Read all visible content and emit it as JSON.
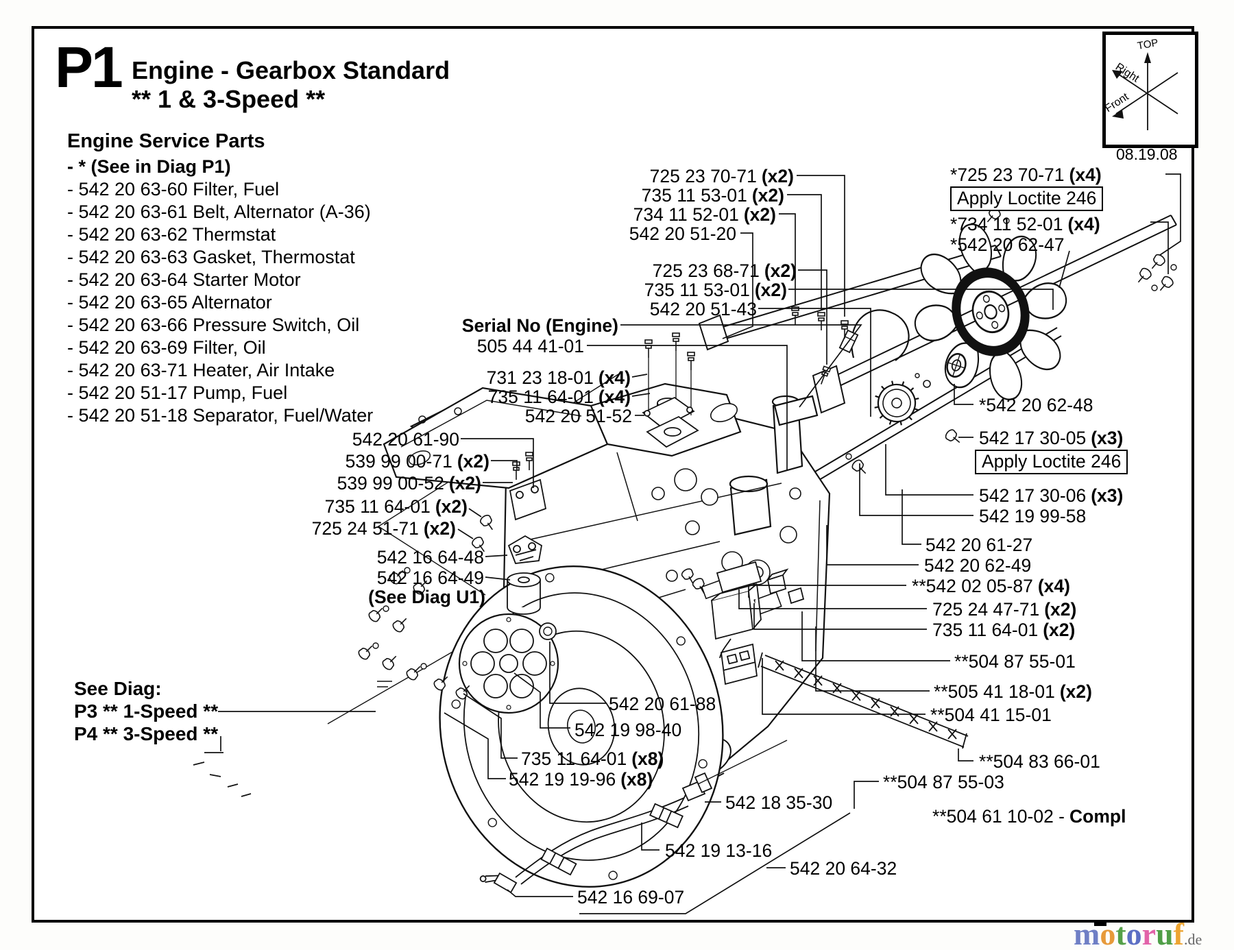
{
  "page": {
    "code": "P1",
    "title": "Engine - Gearbox Standard",
    "subtitle": "** 1 & 3-Speed **",
    "revision_date": "08.19.08"
  },
  "compass": {
    "top": "TOP",
    "right": "Right",
    "front": "Front"
  },
  "service_parts": {
    "heading": "Engine Service Parts",
    "note": "- * (See in Diag P1)",
    "items": [
      "- 542 20 63-60 Filter, Fuel",
      "- 542 20 63-61 Belt, Alternator (A-36)",
      "- 542 20 63-62 Thermstat",
      "- 542 20 63-63 Gasket, Thermostat",
      "- 542 20 63-64 Starter Motor",
      "- 542 20 63-65 Alternator",
      "- 542 20 63-66 Pressure Switch, Oil",
      "- 542 20 63-69 Filter, Oil",
      "- 542 20 63-71 Heater, Air Intake",
      "- 542 20 51-17 Pump, Fuel",
      "- 542 20 51-18 Separator, Fuel/Water"
    ]
  },
  "see_diag": {
    "heading": "See Diag:",
    "p3": "P3 ** 1-Speed **",
    "p4": "P4 ** 3-Speed **"
  },
  "callouts": [
    {
      "num": "725 23 70-71",
      "qty": "(x2)"
    },
    {
      "num": "735 11 53-01",
      "qty": "(x2)"
    },
    {
      "num": "734 11 52-01",
      "qty": "(x2)"
    },
    {
      "num": "542 20 51-20"
    },
    {
      "num": "*725 23 70-71",
      "qty": "(x4)"
    },
    {
      "num": "Apply Loctite 246"
    },
    {
      "num": "*734 11 52-01",
      "qty": "(x4)"
    },
    {
      "num": "*542 20 62-47"
    },
    {
      "num": "725 23 68-71",
      "qty": "(x2)"
    },
    {
      "num": "735 11 53-01",
      "qty": "(x2)"
    },
    {
      "num": "542 20 51-43"
    },
    {
      "num": "Serial No (Engine)"
    },
    {
      "num": "505 44 41-01"
    },
    {
      "num": "731 23 18-01",
      "qty": "(x4)"
    },
    {
      "num": "735 11 64-01",
      "qty": "(x4)"
    },
    {
      "num": "542 20 51-52"
    },
    {
      "num": "542 20 61-90"
    },
    {
      "num": "539 99 00-71",
      "qty": "(x2)"
    },
    {
      "num": "539 99 00-52",
      "qty": "(x2)"
    },
    {
      "num": "735 11 64-01",
      "qty": "(x2)"
    },
    {
      "num": "725 24 51-71",
      "qty": "(x2)"
    },
    {
      "num": "542 16 64-48"
    },
    {
      "num": "542 16 64-49"
    },
    {
      "num": "(See Diag U1)"
    },
    {
      "num": "*542 20 62-48"
    },
    {
      "num": "542 17 30-05",
      "qty": "(x3)"
    },
    {
      "num": "Apply Loctite 246"
    },
    {
      "num": "542 17 30-06",
      "qty": "(x3)"
    },
    {
      "num": "542 19 99-58"
    },
    {
      "num": "542 20 61-27"
    },
    {
      "num": "542 20 62-49"
    },
    {
      "num": "**542 02 05-87",
      "qty": "(x4)"
    },
    {
      "num": "725 24 47-71",
      "qty": "(x2)"
    },
    {
      "num": "735 11 64-01",
      "qty": "(x2)"
    },
    {
      "num": "**504 87 55-01"
    },
    {
      "num": "**505 41 18-01",
      "qty": "(x2)"
    },
    {
      "num": "**504 41 15-01"
    },
    {
      "num": "**504 83 66-01"
    },
    {
      "num": "**504 87 55-03"
    },
    {
      "num": "**504 61 10-02 -",
      "qty": "Compl"
    },
    {
      "num": "542 20 61-88"
    },
    {
      "num": "542 19 98-40"
    },
    {
      "num": "735 11 64-01",
      "qty": "(x8)"
    },
    {
      "num": "542 19 19-96",
      "qty": "(x8)"
    },
    {
      "num": "542 18 35-30"
    },
    {
      "num": "542 19 13-16"
    },
    {
      "num": "542 20 64-32"
    },
    {
      "num": "542 16 69-07"
    }
  ],
  "watermark": {
    "letters": [
      {
        "ch": "m",
        "color": "#6f7fc5"
      },
      {
        "ch": "o",
        "color": "#e79a3a"
      },
      {
        "ch": "t",
        "color": "#55a048"
      },
      {
        "ch": "o",
        "color": "#5c6fc4"
      },
      {
        "ch": "r",
        "color": "#e263a9"
      },
      {
        "ch": "u",
        "color": "#4f9e46"
      },
      {
        "ch": "f",
        "color": "#eda430"
      }
    ],
    "tld": ".de"
  }
}
